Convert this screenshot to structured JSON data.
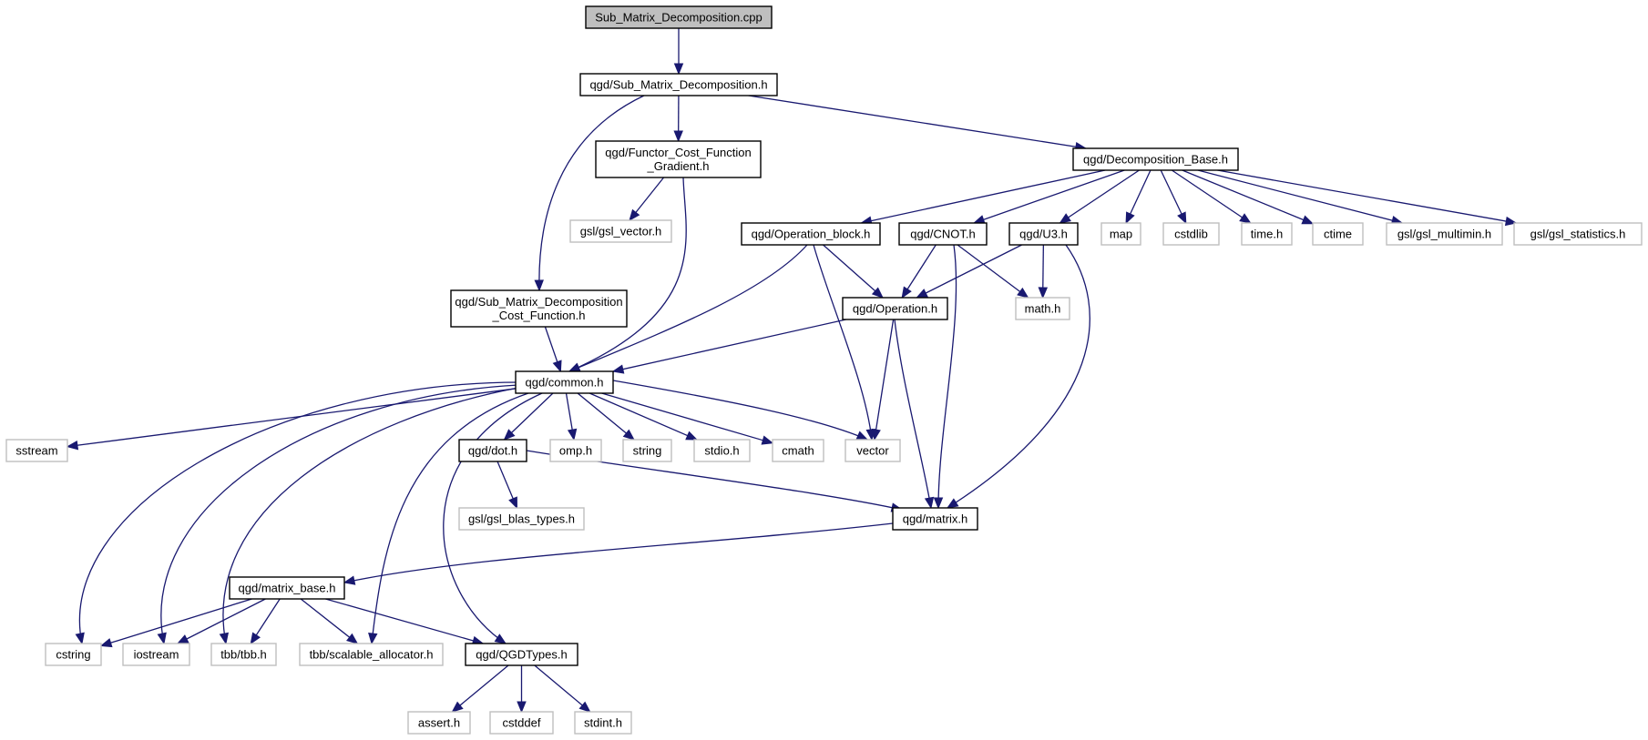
{
  "diagram": {
    "type": "include-dependency-graph",
    "colors": {
      "edge": "#191970",
      "root_fill": "#bfbfbf",
      "project_border": "#000000",
      "system_border": "#bfbfbf"
    },
    "nodes": [
      {
        "id": "root",
        "lines": [
          "Sub_Matrix_Decomposition.cpp"
        ],
        "kind": "root"
      },
      {
        "id": "smd_h",
        "lines": [
          "qgd/Sub_Matrix_Decomposition.h"
        ],
        "kind": "project"
      },
      {
        "id": "functor",
        "lines": [
          "qgd/Functor_Cost_Function",
          "_Gradient.h"
        ],
        "kind": "project"
      },
      {
        "id": "decomp_base",
        "lines": [
          "qgd/Decomposition_Base.h"
        ],
        "kind": "project"
      },
      {
        "id": "gsl_vector",
        "lines": [
          "gsl/gsl_vector.h"
        ],
        "kind": "system"
      },
      {
        "id": "op_block",
        "lines": [
          "qgd/Operation_block.h"
        ],
        "kind": "project"
      },
      {
        "id": "cnot",
        "lines": [
          "qgd/CNOT.h"
        ],
        "kind": "project"
      },
      {
        "id": "u3",
        "lines": [
          "qgd/U3.h"
        ],
        "kind": "project"
      },
      {
        "id": "map",
        "lines": [
          "map"
        ],
        "kind": "system"
      },
      {
        "id": "cstdlib",
        "lines": [
          "cstdlib"
        ],
        "kind": "system"
      },
      {
        "id": "time_h",
        "lines": [
          "time.h"
        ],
        "kind": "system"
      },
      {
        "id": "ctime",
        "lines": [
          "ctime"
        ],
        "kind": "system"
      },
      {
        "id": "gsl_multimin",
        "lines": [
          "gsl/gsl_multimin.h"
        ],
        "kind": "system"
      },
      {
        "id": "gsl_statistics",
        "lines": [
          "gsl/gsl_statistics.h"
        ],
        "kind": "system"
      },
      {
        "id": "smd_cost",
        "lines": [
          "qgd/Sub_Matrix_Decomposition",
          "_Cost_Function.h"
        ],
        "kind": "project"
      },
      {
        "id": "operation",
        "lines": [
          "qgd/Operation.h"
        ],
        "kind": "project"
      },
      {
        "id": "math_h",
        "lines": [
          "math.h"
        ],
        "kind": "system"
      },
      {
        "id": "common",
        "lines": [
          "qgd/common.h"
        ],
        "kind": "project"
      },
      {
        "id": "sstream",
        "lines": [
          "sstream"
        ],
        "kind": "system"
      },
      {
        "id": "dot",
        "lines": [
          "qgd/dot.h"
        ],
        "kind": "project"
      },
      {
        "id": "omp",
        "lines": [
          "omp.h"
        ],
        "kind": "system"
      },
      {
        "id": "string",
        "lines": [
          "string"
        ],
        "kind": "system"
      },
      {
        "id": "stdio",
        "lines": [
          "stdio.h"
        ],
        "kind": "system"
      },
      {
        "id": "cmath",
        "lines": [
          "cmath"
        ],
        "kind": "system"
      },
      {
        "id": "vector",
        "lines": [
          "vector"
        ],
        "kind": "system"
      },
      {
        "id": "blas_types",
        "lines": [
          "gsl/gsl_blas_types.h"
        ],
        "kind": "system"
      },
      {
        "id": "matrix",
        "lines": [
          "qgd/matrix.h"
        ],
        "kind": "project"
      },
      {
        "id": "matrix_base",
        "lines": [
          "qgd/matrix_base.h"
        ],
        "kind": "project"
      },
      {
        "id": "cstring",
        "lines": [
          "cstring"
        ],
        "kind": "system"
      },
      {
        "id": "iostream",
        "lines": [
          "iostream"
        ],
        "kind": "system"
      },
      {
        "id": "tbb",
        "lines": [
          "tbb/tbb.h"
        ],
        "kind": "system"
      },
      {
        "id": "scalable",
        "lines": [
          "tbb/scalable_allocator.h"
        ],
        "kind": "system"
      },
      {
        "id": "qgdtypes",
        "lines": [
          "qgd/QGDTypes.h"
        ],
        "kind": "project"
      },
      {
        "id": "assert",
        "lines": [
          "assert.h"
        ],
        "kind": "system"
      },
      {
        "id": "cstddef",
        "lines": [
          "cstddef"
        ],
        "kind": "system"
      },
      {
        "id": "stdint",
        "lines": [
          "stdint.h"
        ],
        "kind": "system"
      }
    ],
    "edges": [
      [
        "root",
        "smd_h"
      ],
      [
        "smd_h",
        "functor"
      ],
      [
        "smd_h",
        "decomp_base"
      ],
      [
        "smd_h",
        "smd_cost"
      ],
      [
        "functor",
        "gsl_vector"
      ],
      [
        "functor",
        "common"
      ],
      [
        "decomp_base",
        "op_block"
      ],
      [
        "decomp_base",
        "cnot"
      ],
      [
        "decomp_base",
        "u3"
      ],
      [
        "decomp_base",
        "map"
      ],
      [
        "decomp_base",
        "cstdlib"
      ],
      [
        "decomp_base",
        "time_h"
      ],
      [
        "decomp_base",
        "ctime"
      ],
      [
        "decomp_base",
        "gsl_multimin"
      ],
      [
        "decomp_base",
        "gsl_statistics"
      ],
      [
        "smd_cost",
        "common"
      ],
      [
        "op_block",
        "common"
      ],
      [
        "op_block",
        "operation"
      ],
      [
        "op_block",
        "vector"
      ],
      [
        "cnot",
        "operation"
      ],
      [
        "cnot",
        "math_h"
      ],
      [
        "cnot",
        "matrix"
      ],
      [
        "u3",
        "operation"
      ],
      [
        "u3",
        "math_h"
      ],
      [
        "u3",
        "matrix"
      ],
      [
        "operation",
        "common"
      ],
      [
        "operation",
        "vector"
      ],
      [
        "operation",
        "matrix"
      ],
      [
        "common",
        "sstream"
      ],
      [
        "common",
        "cstring"
      ],
      [
        "common",
        "iostream"
      ],
      [
        "common",
        "tbb"
      ],
      [
        "common",
        "scalable"
      ],
      [
        "common",
        "qgdtypes"
      ],
      [
        "common",
        "dot"
      ],
      [
        "common",
        "omp"
      ],
      [
        "common",
        "string"
      ],
      [
        "common",
        "stdio"
      ],
      [
        "common",
        "cmath"
      ],
      [
        "common",
        "vector"
      ],
      [
        "dot",
        "blas_types"
      ],
      [
        "dot",
        "matrix"
      ],
      [
        "matrix",
        "matrix_base"
      ],
      [
        "matrix_base",
        "cstring"
      ],
      [
        "matrix_base",
        "iostream"
      ],
      [
        "matrix_base",
        "tbb"
      ],
      [
        "matrix_base",
        "scalable"
      ],
      [
        "matrix_base",
        "qgdtypes"
      ],
      [
        "qgdtypes",
        "assert"
      ],
      [
        "qgdtypes",
        "cstddef"
      ],
      [
        "qgdtypes",
        "stdint"
      ]
    ]
  }
}
